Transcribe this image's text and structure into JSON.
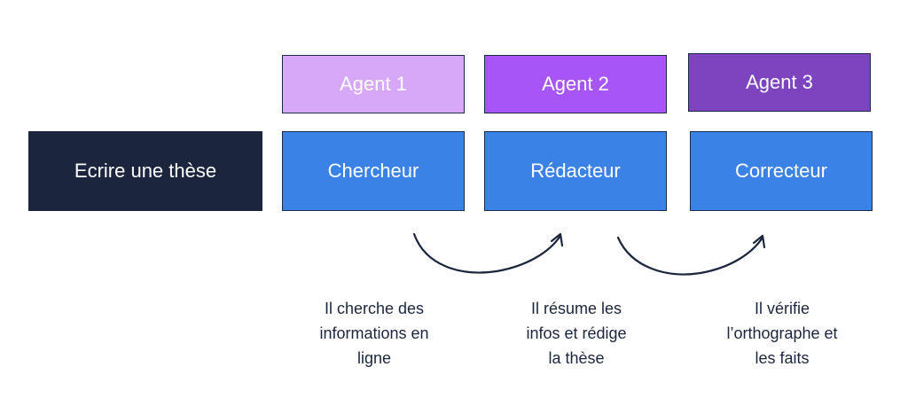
{
  "agents": [
    {
      "label": "Agent 1",
      "color": "#d6a8f7"
    },
    {
      "label": "Agent 2",
      "color": "#a855f7"
    },
    {
      "label": "Agent 3",
      "color": "#7e44c0"
    }
  ],
  "task": {
    "label": "Ecrire une thèse",
    "color": "#1b253d"
  },
  "roles": [
    {
      "label": "Chercheur"
    },
    {
      "label": "Rédacteur"
    },
    {
      "label": "Correcteur"
    }
  ],
  "role_color": "#3b82e6",
  "descriptions": [
    {
      "text": "Il cherche des\ninformations en\nligne"
    },
    {
      "text": "Il résume les\ninfos et rédige\nla thèse"
    },
    {
      "text": "Il vérifie\nl’orthographe et\nles faits"
    }
  ],
  "icons": {
    "arrow_1": "curved-arrow-right-icon",
    "arrow_2": "curved-arrow-right-icon"
  }
}
